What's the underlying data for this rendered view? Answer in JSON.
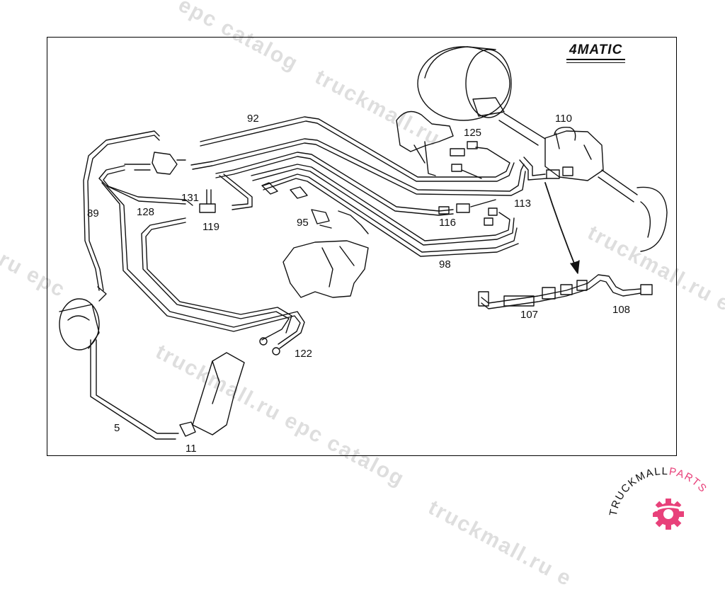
{
  "diagram": {
    "badge_text": "4MATIC",
    "part_labels": [
      {
        "id": "92",
        "text": "92"
      },
      {
        "id": "110",
        "text": "110"
      },
      {
        "id": "125",
        "text": "125"
      },
      {
        "id": "131",
        "text": "131"
      },
      {
        "id": "89",
        "text": "89"
      },
      {
        "id": "128",
        "text": "128"
      },
      {
        "id": "119",
        "text": "119"
      },
      {
        "id": "95",
        "text": "95"
      },
      {
        "id": "116",
        "text": "116"
      },
      {
        "id": "113",
        "text": "113"
      },
      {
        "id": "98",
        "text": "98"
      },
      {
        "id": "107",
        "text": "107"
      },
      {
        "id": "108",
        "text": "108"
      },
      {
        "id": "122",
        "text": "122"
      },
      {
        "id": "5",
        "text": "5"
      },
      {
        "id": "11",
        "text": "11"
      }
    ]
  },
  "watermark": {
    "text": "truckmall.ru epc catalog",
    "fragments": [
      "epc catalog",
      "truckmall.ru",
      "truckmall.ru e",
      "l.ru epc",
      "truckmall.ru epc catalog",
      "truckmall.ru e"
    ]
  },
  "logo": {
    "text_dark": "TRUCKMALL",
    "text_accent": "PARTS",
    "accent_color": "#e8417a"
  }
}
